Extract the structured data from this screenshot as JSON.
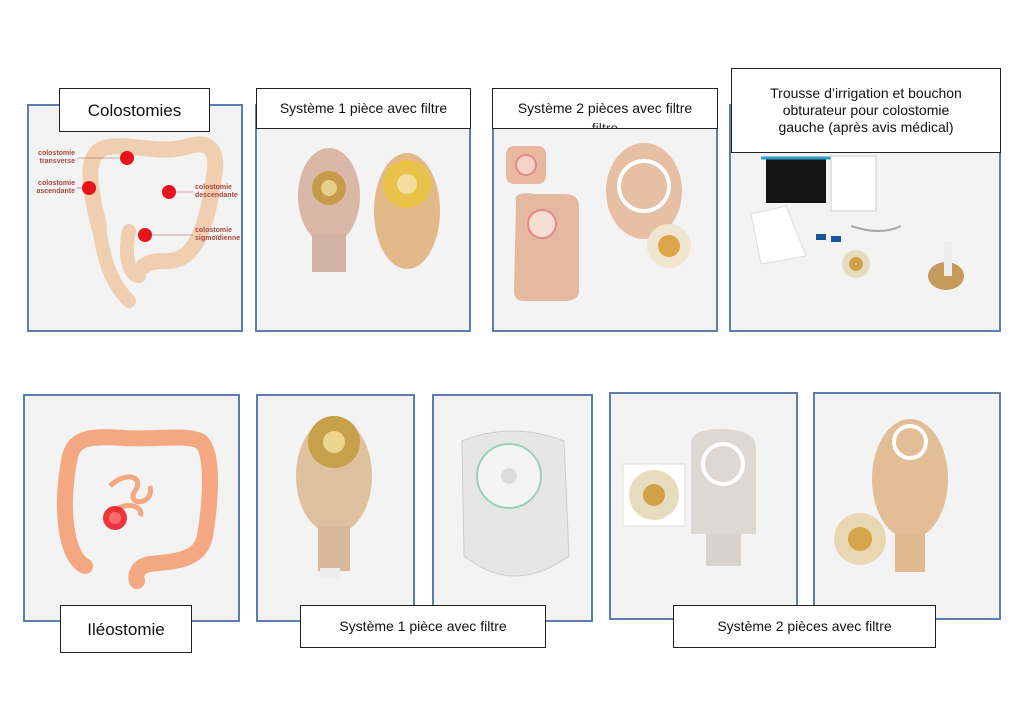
{
  "colostomy": {
    "title": "Colostomies",
    "diagram_labels": [
      "colostomie transverse",
      "colostomie ascendante",
      "colostomie descendante",
      "colostomie sigmoïdienne"
    ],
    "one_piece_label": "Système 1 pièce avec filtre",
    "two_piece_label": "Système 2 pièces avec filtre",
    "two_piece_overflow": "filtre",
    "irrigation_label": "Trousse d’irrigation et bouchon obturateur pour colostomie gauche (après avis médical)"
  },
  "ileostomy": {
    "title": "Iléostomie",
    "one_piece_label": "Système 1 pièce avec filtre",
    "two_piece_label": "Système 2 pièces avec filtre"
  },
  "colors": {
    "panel_border": "#5b80ad",
    "stoma": "#e8141b",
    "colon": "#efcfb0",
    "ileum": "#f4a882"
  }
}
